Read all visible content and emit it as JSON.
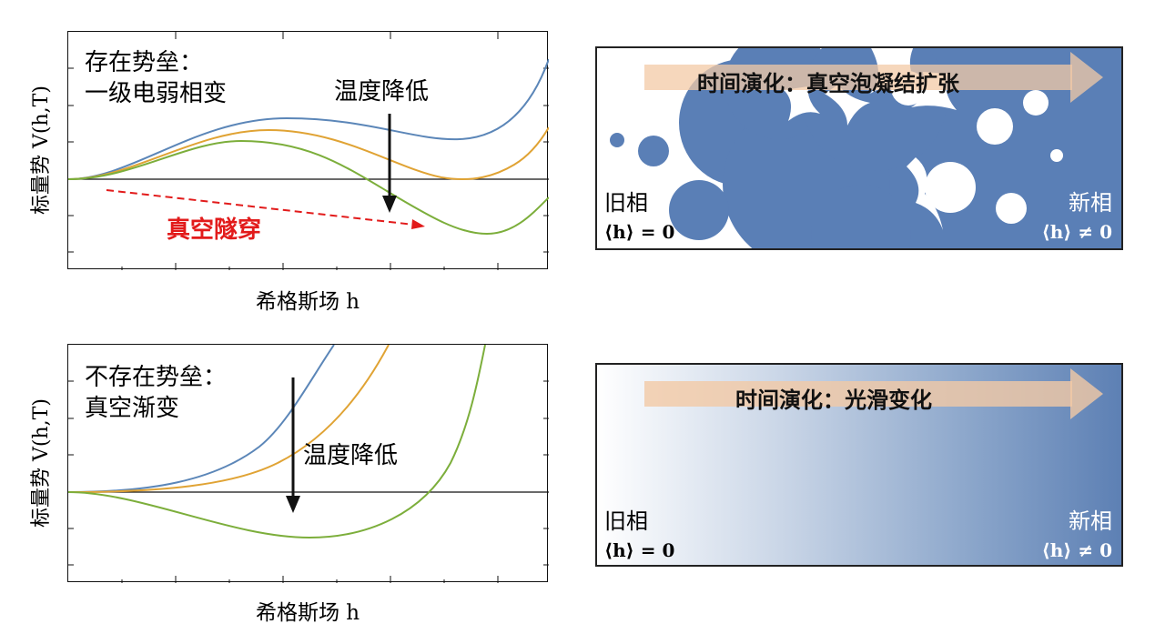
{
  "colors": {
    "curve_high": "#5b86b8",
    "curve_mid": "#e0a334",
    "curve_low": "#7cae3b",
    "tunnel_arrow": "#e21b1b",
    "bubble_blue": "#5a7fb6",
    "time_arrow": "#f3c9a5"
  },
  "top_plot": {
    "ylabel": "标量势 V(h,T)",
    "xlabel": "希格斯场 h",
    "note_line1": "存在势垒：",
    "note_line2": "一级电弱相变",
    "temp_label": "温度降低",
    "tunnel_label": "真空隧穿"
  },
  "bottom_plot": {
    "ylabel": "标量势 V(h,T)",
    "xlabel": "希格斯场 h",
    "note_line1": "不存在势垒：",
    "note_line2": "真空渐变",
    "temp_label": "温度降低"
  },
  "top_panel": {
    "title": "时间演化：真空泡凝结扩张",
    "old_phase": "旧相",
    "old_cond": "⟨h⟩ = 0",
    "new_phase": "新相",
    "new_cond": "⟨h⟩ ≠ 0"
  },
  "bottom_panel": {
    "title": "时间演化：光滑变化",
    "old_phase": "旧相",
    "old_cond": "⟨h⟩ = 0",
    "new_phase": "新相",
    "new_cond": "⟨h⟩ ≠ 0"
  }
}
